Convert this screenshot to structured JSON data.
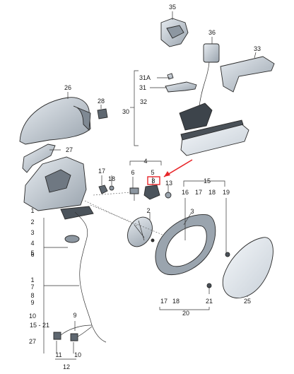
{
  "labels": {
    "p35": "35",
    "p36": "36",
    "p33": "33",
    "p31a": "31A",
    "p31": "31",
    "p30": "30",
    "p32": "32",
    "p26": "26",
    "p28": "28",
    "p27": "27",
    "p17a": "17",
    "p18a": "18",
    "p4": "4",
    "p6": "6",
    "p5": "5",
    "p8hl": "8",
    "p13": "13",
    "p15": "15",
    "p16": "16",
    "p17b": "17",
    "p18b": "18",
    "p19": "19",
    "p3": "3",
    "p2": "2",
    "s1": "1",
    "s2": "2",
    "s3": "3",
    "s4": "4",
    "s5": "5",
    "s6": "6",
    "s1b": "1",
    "s7": "7",
    "s8": "8",
    "s9": "9",
    "s10": "10",
    "s1521": "15 - 21",
    "s27": "27",
    "p9": "9",
    "p11": "11",
    "p10": "10",
    "p12": "12",
    "p17c": "17",
    "p18c": "18",
    "p20": "20",
    "p21": "21",
    "p25": "25"
  },
  "colors": {
    "highlight": "#e8262a",
    "part_fill": "#c9d1da",
    "part_dark": "#5e6770"
  },
  "icons": [
    "arrow-icon"
  ]
}
